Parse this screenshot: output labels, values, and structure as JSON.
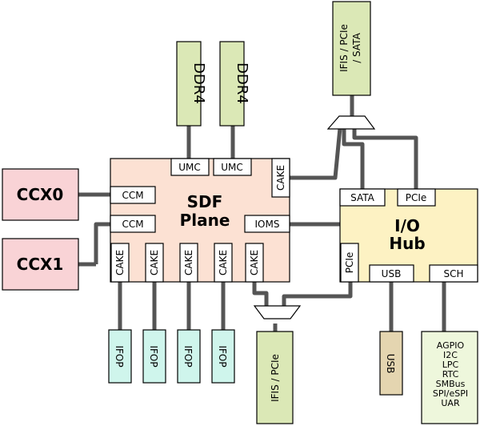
{
  "ccx0": {
    "label": "CCX0"
  },
  "ccx1": {
    "label": "CCX1"
  },
  "sdf": {
    "line1": "SDF",
    "line2": "Plane"
  },
  "umc": [
    "UMC",
    "UMC"
  ],
  "ccm": [
    "CCM",
    "CCM"
  ],
  "cake": {
    "label": "CAKE"
  },
  "ioms": {
    "label": "IOMS"
  },
  "ddr": [
    "DDR4",
    "DDR4"
  ],
  "ifop": {
    "label": "IFOP"
  },
  "iohub": {
    "line1": "I/O",
    "line2": "Hub"
  },
  "hub_ports": {
    "sata": "SATA",
    "pcie_top": "PCIe",
    "pcie_left": "PCIe",
    "usb": "USB",
    "sch": "SCH"
  },
  "ext_top": {
    "line1": "IFIS / PCIe",
    "line2": "/ SATA"
  },
  "ext_bottom": {
    "label": "IFIS / PCIe"
  },
  "usb_ext": {
    "label": "USB"
  },
  "sch_ext": {
    "items": [
      "AGPIO",
      "I2C",
      "LPC",
      "RTC",
      "SMBus",
      "SPI/eSPI",
      "UAR"
    ]
  },
  "colors": {
    "ccx_fill": "#f9d3d6",
    "sdf_fill": "#fce1d3",
    "ddr_fill": "#dbe8b6",
    "ifop_fill": "#cff5ec",
    "hub_fill": "#fdf2c3",
    "usb_fill": "#e4d5b0",
    "sch_fill": "#eef7dc",
    "wire": "#555555"
  }
}
